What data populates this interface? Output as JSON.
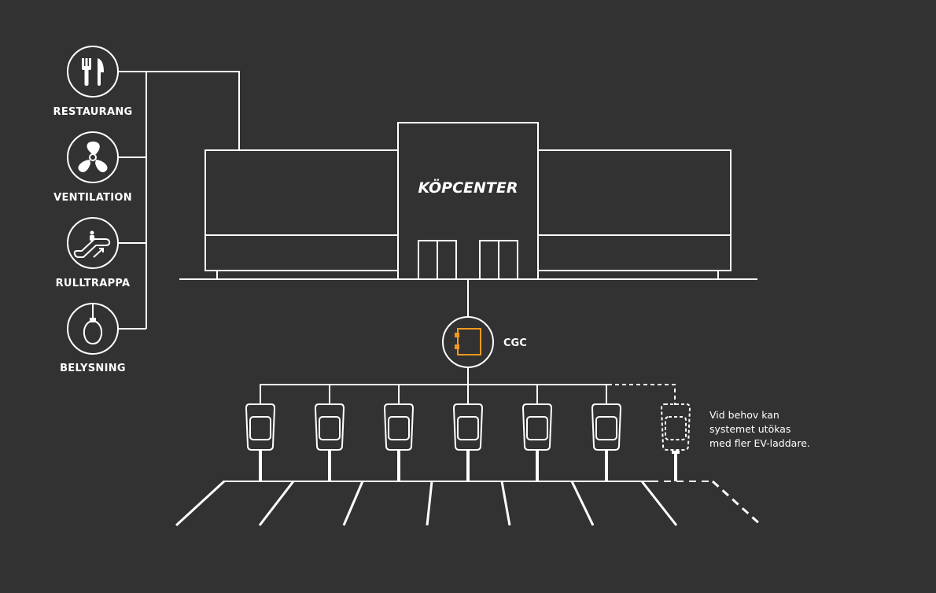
{
  "devices": [
    {
      "label": "RESTAURANG",
      "icon": "cutlery-icon"
    },
    {
      "label": "VENTILATION",
      "icon": "fan-icon"
    },
    {
      "label": "RULLTRAPPA",
      "icon": "escalator-icon"
    },
    {
      "label": "BELYSNING",
      "icon": "light-bulb-icon"
    }
  ],
  "building": {
    "label": "KÖPCENTER"
  },
  "controller": {
    "label": "CGC",
    "accent": "#f39a1e"
  },
  "chargers": {
    "count": 6,
    "expansion_count": 1
  },
  "note": {
    "lines": [
      "Vid behov kan",
      "systemet utökas",
      "med fler EV-laddare."
    ]
  },
  "colors": {
    "background": "#323232",
    "line": "#ffffff",
    "accent": "#f39a1e"
  }
}
